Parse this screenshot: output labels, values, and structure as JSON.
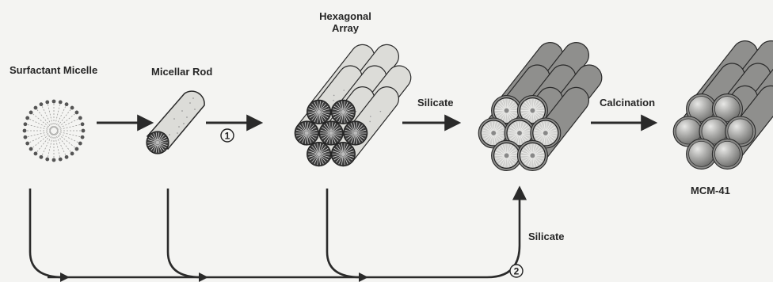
{
  "labels": {
    "surfactant_micelle": "Surfactant Micelle",
    "micellar_rod": "Micellar Rod",
    "hexagonal_line1": "Hexagonal",
    "hexagonal_line2": "Array",
    "silicate_top": "Silicate",
    "calcination": "Calcination",
    "mcm41": "MCM-41",
    "silicate_bottom": "Silicate",
    "route_1": "1",
    "route_2": "2"
  },
  "colors": {
    "background": "#f4f4f2",
    "ink": "#2a2a2a",
    "rod_light": "#dcdcd8",
    "silica_dark": "#8a8a88",
    "silica_mid": "#a8a8a6",
    "calcined_sphere": "#9a9a98"
  }
}
